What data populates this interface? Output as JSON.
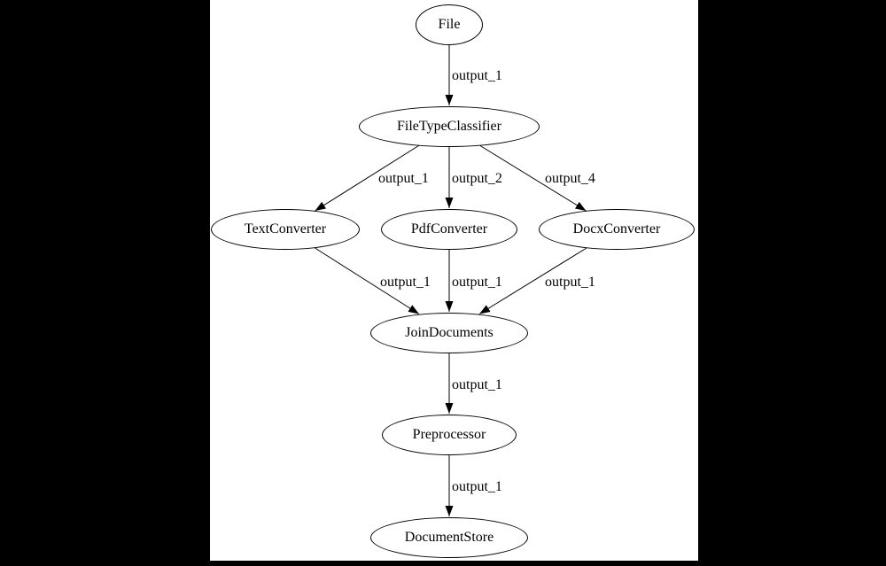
{
  "diagram": {
    "type": "directed-graph",
    "colors": {
      "background": "#000000",
      "canvas": "#ffffff",
      "line": "#000000",
      "text": "#000000"
    },
    "nodes": [
      {
        "id": "File",
        "label": "File"
      },
      {
        "id": "FileTypeClassifier",
        "label": "FileTypeClassifier"
      },
      {
        "id": "TextConverter",
        "label": "TextConverter"
      },
      {
        "id": "PdfConverter",
        "label": "PdfConverter"
      },
      {
        "id": "DocxConverter",
        "label": "DocxConverter"
      },
      {
        "id": "JoinDocuments",
        "label": "JoinDocuments"
      },
      {
        "id": "Preprocessor",
        "label": "Preprocessor"
      },
      {
        "id": "DocumentStore",
        "label": "DocumentStore"
      }
    ],
    "edges": [
      {
        "from": "File",
        "to": "FileTypeClassifier",
        "label": "output_1"
      },
      {
        "from": "FileTypeClassifier",
        "to": "TextConverter",
        "label": "output_1"
      },
      {
        "from": "FileTypeClassifier",
        "to": "PdfConverter",
        "label": "output_2"
      },
      {
        "from": "FileTypeClassifier",
        "to": "DocxConverter",
        "label": "output_4"
      },
      {
        "from": "TextConverter",
        "to": "JoinDocuments",
        "label": "output_1"
      },
      {
        "from": "PdfConverter",
        "to": "JoinDocuments",
        "label": "output_1"
      },
      {
        "from": "DocxConverter",
        "to": "JoinDocuments",
        "label": "output_1"
      },
      {
        "from": "JoinDocuments",
        "to": "Preprocessor",
        "label": "output_1"
      },
      {
        "from": "Preprocessor",
        "to": "DocumentStore",
        "label": "output_1"
      }
    ]
  }
}
